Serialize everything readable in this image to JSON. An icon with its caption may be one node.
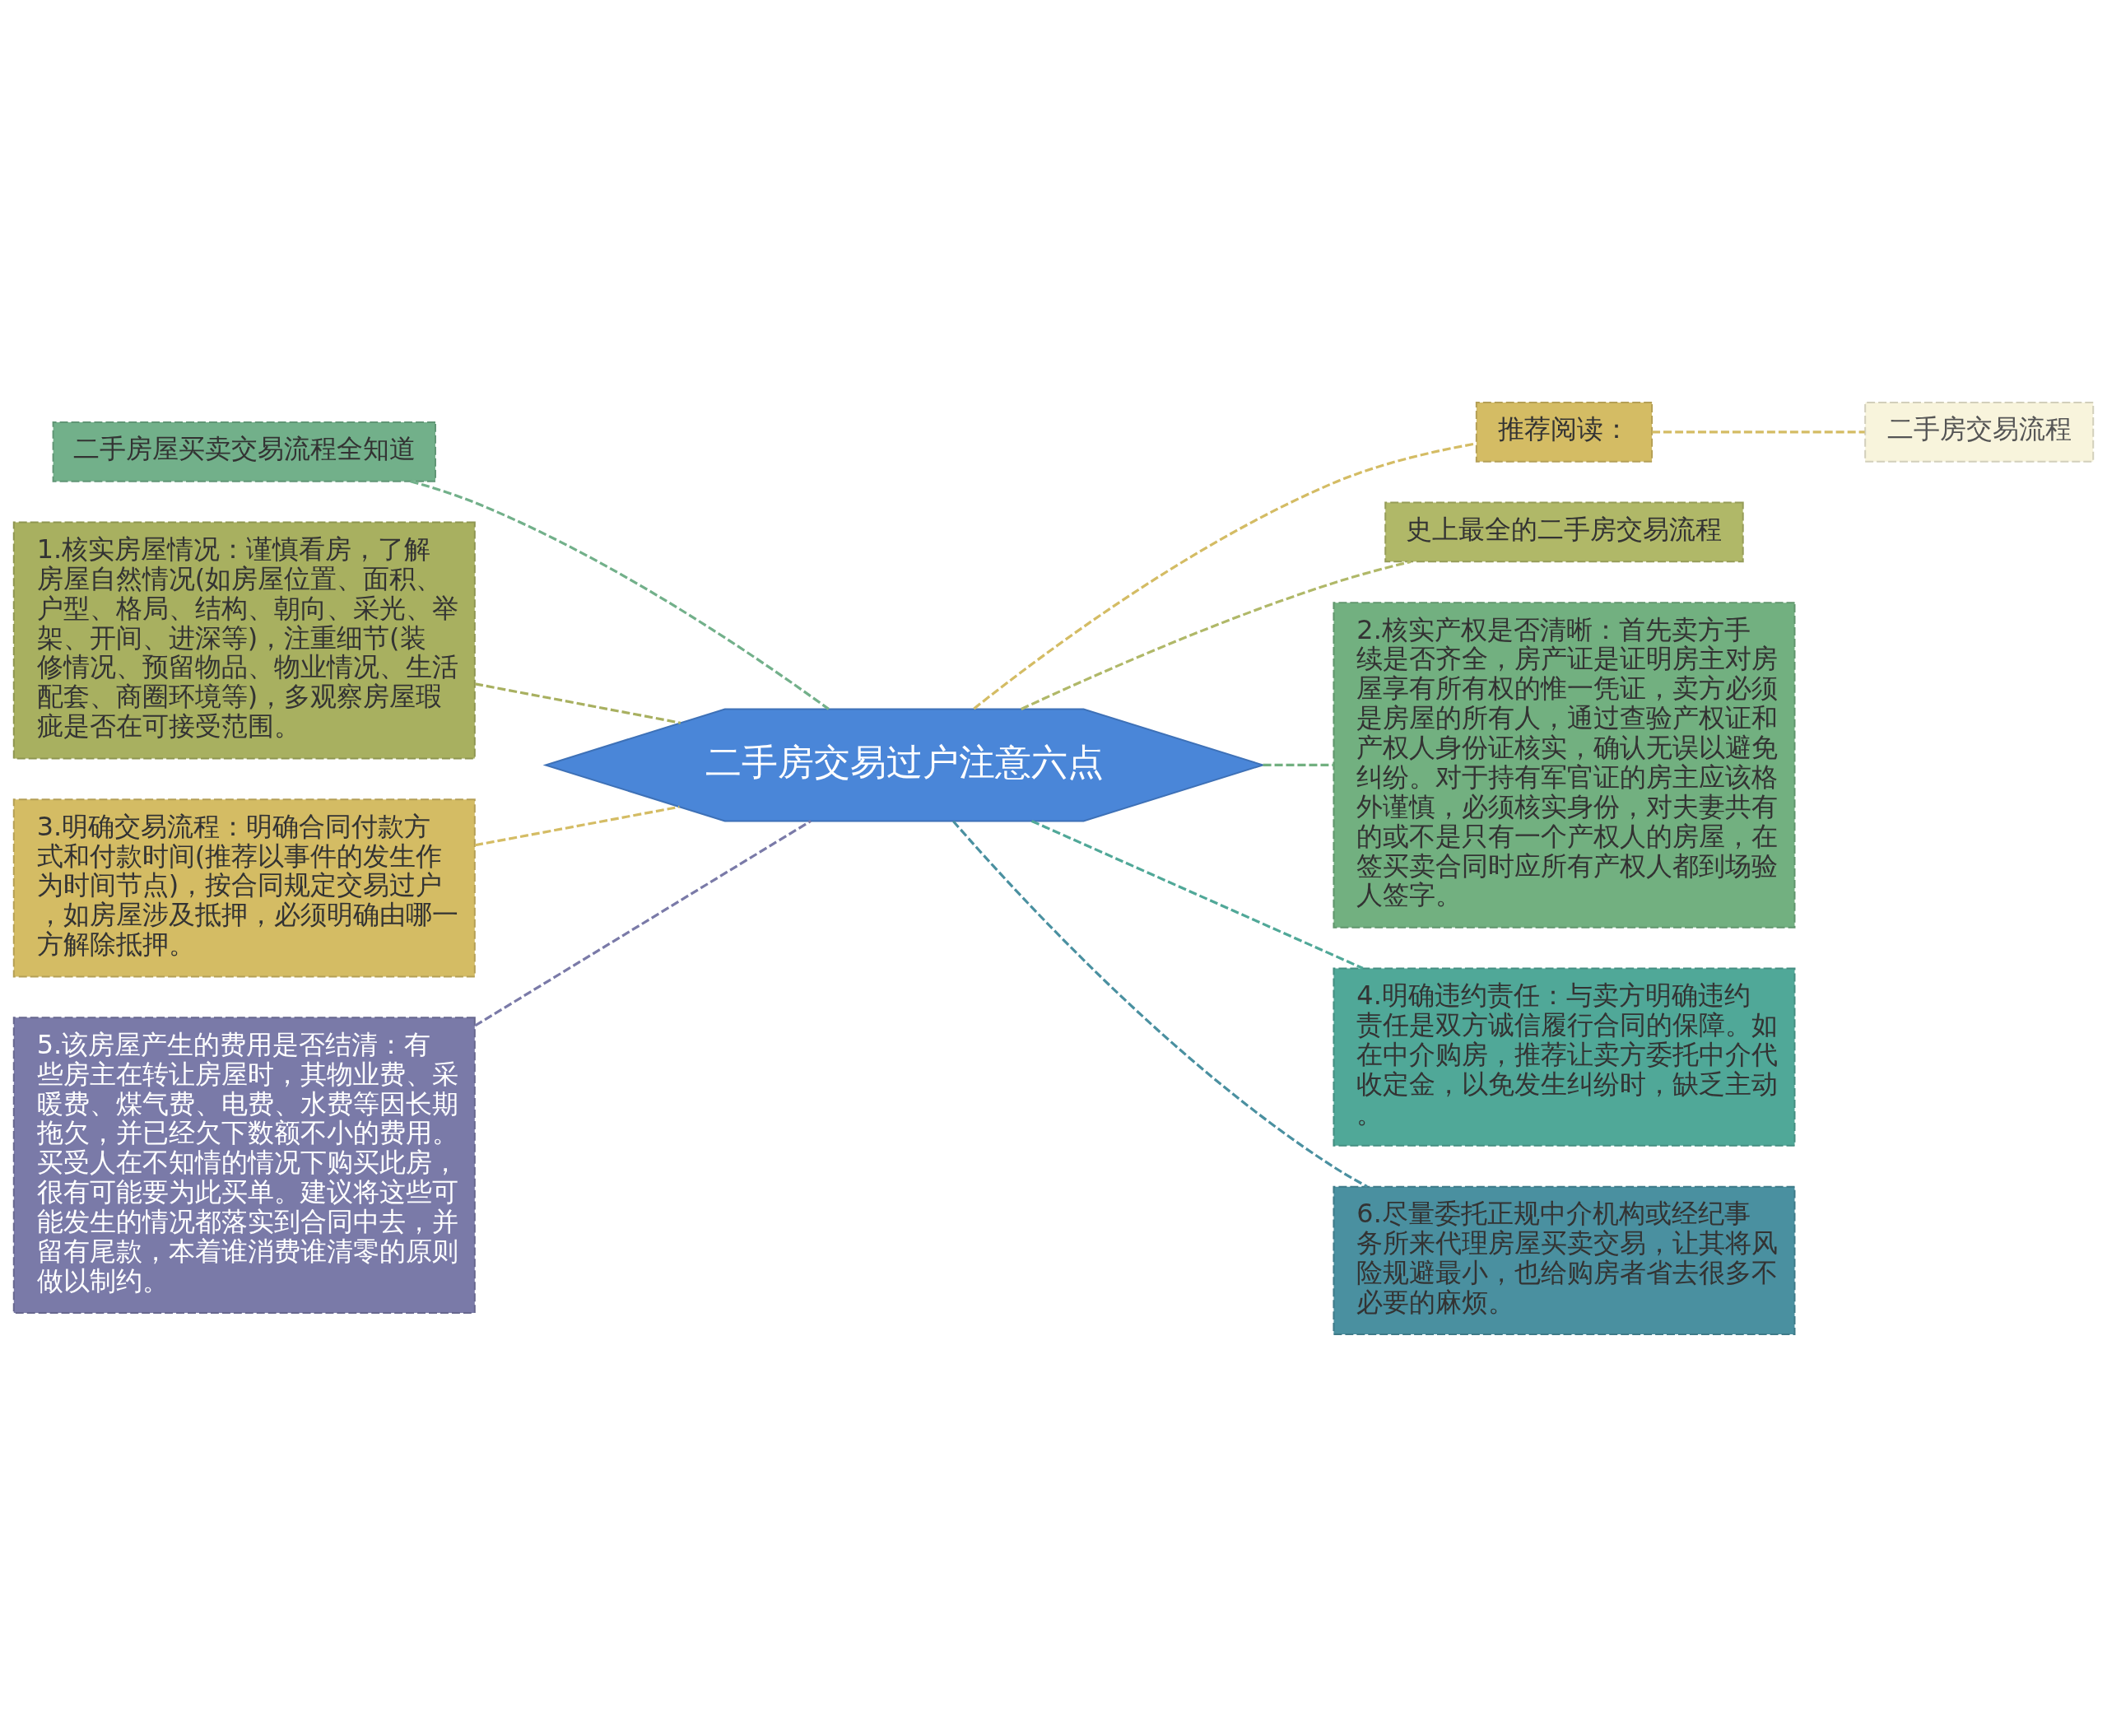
{
  "diagram": {
    "nodes": [
      {
        "text": [
          "二手房交易过户注意六点"
        ]
      },
      {
        "text": [
          "二手房屋买卖交易流程全知道"
        ]
      },
      {
        "text": [
          "1.核实房屋情况：谨慎看房，了解房屋自然情况(如房屋位置、面积、户型、格局、结构、朝向、采光、举架、开间、进深等)，注重细节(装修情况、预留物品、物业情况、生活配套、商圈环境等)，多观察房屋瑕疵是否在可接受范围。"
        ]
      },
      {
        "text": [
          "3.明确交易流程：明确合同付款方式和付款时间(推荐以事件的发生作为时间节点)，按合同规定交易过户，如房屋涉及抵押，必须明确由哪一方解除抵押。"
        ]
      },
      {
        "text": [
          "5.该房屋产生的费用是否结清：有些房主在转让房屋时，其物业费、采暖费、煤气费、电费、水费等因长期拖欠，并已经欠下数额不小的费用。买受人在不知情的情况下购买此房，很有可能要为此买单。建议将这些可能发生的情况都落实到合同中去，并留有尾款，本着谁消费谁清零的原则做以制约。"
        ]
      },
      {
        "text": [
          "推荐阅读："
        ]
      },
      {
        "text": [
          "二手房交易流程"
        ]
      },
      {
        "text": [
          "史上最全的二手房交易流程"
        ]
      },
      {
        "text": [
          "2.核实产权是否清晰：首先卖方手续是否齐全，房产证是证明房主对房屋享有所有权的惟一凭证，卖方必须是房屋的所有人，通过查验产权证和产权人身份证核实，确认无误以避免纠纷。对于持有军官证的房主应该格外谨慎，必须核实身份，对夫妻共有的或不是只有一个产权人的房屋，在签买卖合同时应所有产权人都到场验人签字。"
        ]
      },
      {
        "text": [
          "4.明确违约责任：与卖方明确违约责任是双方诚信履行合同的保障。如在中介购房，推荐让卖方委托中介代收定金，以免发生纠纷时，缺乏主动。"
        ]
      },
      {
        "text": [
          "6.尽量委托正规中介机构或经纪事务所来代理房屋买卖交易，让其将风险规避最小，也给购房者省去很多不必要的麻烦。"
        ]
      }
    ],
    "edges": [
      {
        "from": 0,
        "to": 1,
        "arrow": "none",
        "style": "dashed",
        "color": "#72b08a"
      },
      {
        "from": 0,
        "to": 2,
        "arrow": "none",
        "style": "dashed",
        "color": "#a8b060"
      },
      {
        "from": 0,
        "to": 3,
        "arrow": "none",
        "style": "dashed",
        "color": "#d4bc64"
      },
      {
        "from": 0,
        "to": 4,
        "arrow": "none",
        "style": "dashed",
        "color": "#7a7aa8"
      },
      {
        "from": 0,
        "to": 5,
        "arrow": "none",
        "style": "dashed",
        "color": "#d4bc64"
      },
      {
        "from": 5,
        "to": 6,
        "arrow": "none",
        "style": "dashed",
        "color": "#d4bc64"
      },
      {
        "from": 0,
        "to": 7,
        "arrow": "none",
        "style": "dashed",
        "color": "#b0b868"
      },
      {
        "from": 0,
        "to": 8,
        "arrow": "none",
        "style": "dashed",
        "color": "#72b080"
      },
      {
        "from": 0,
        "to": 9,
        "arrow": "none",
        "style": "dashed",
        "color": "#50a898"
      },
      {
        "from": 0,
        "to": 10,
        "arrow": "none",
        "style": "dashed",
        "color": "#4a90a0"
      }
    ]
  }
}
